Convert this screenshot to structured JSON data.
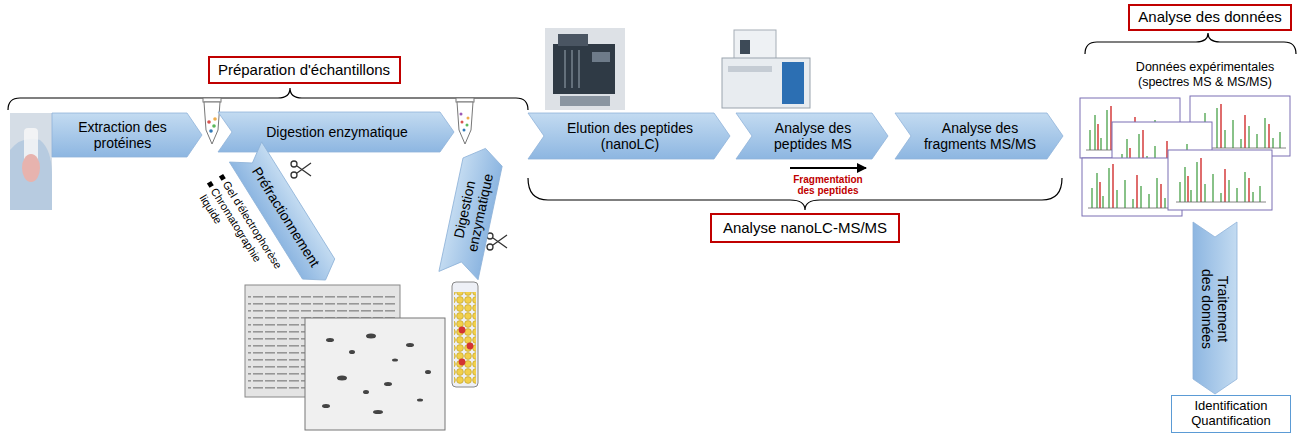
{
  "diagram": {
    "nodes": [
      {
        "text": [
          "Préparation d'échantillons"
        ]
      },
      {
        "text": [
          "Extraction des protéines"
        ]
      },
      {
        "text": [
          "Digestion enzymatique"
        ]
      },
      {
        "text": [
          "Préfractionnement"
        ]
      },
      {
        "text": [
          "Digestion enzymatique"
        ]
      },
      {
        "text": [
          "Elution des peptides (nanoLC)"
        ]
      },
      {
        "text": [
          "Analyse des peptides MS"
        ]
      },
      {
        "text": [
          "Analyse des fragments MS/MS"
        ]
      },
      {
        "text": [
          "Analyse nanoLC-MS/MS"
        ]
      },
      {
        "text": [
          "Analyse des données"
        ]
      },
      {
        "text": [
          "Traitement des données"
        ]
      },
      {
        "text": [
          "Identification Quantification"
        ]
      }
    ],
    "labels": [
      "Gel d'électrophorèse",
      "Chromatographie liquide",
      "Fragmentation des peptides",
      "Données expérimentales (spectres MS & MS/MS)"
    ]
  }
}
